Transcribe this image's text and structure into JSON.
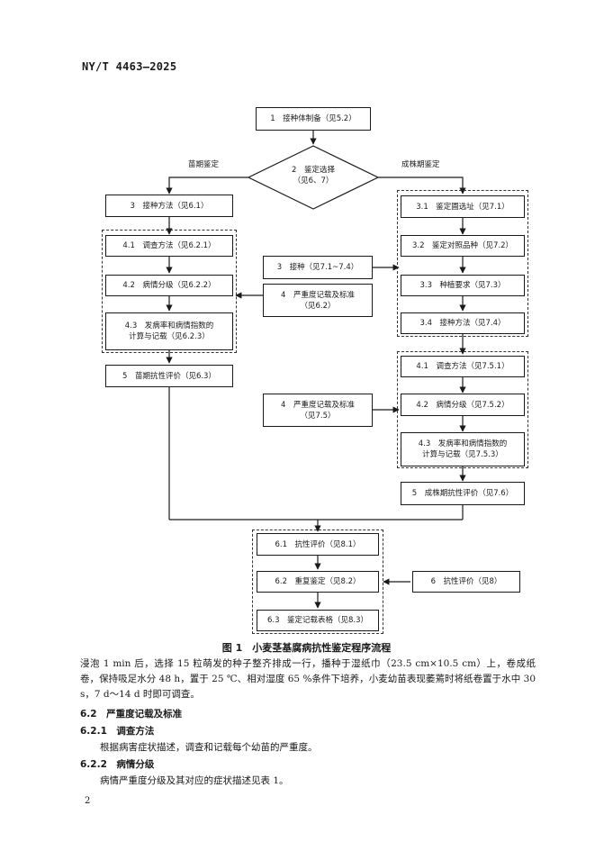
{
  "header": {
    "standard_code": "NY/T 4463—2025"
  },
  "flowchart": {
    "top_box": "1　接种体制备（见5.2）",
    "decision": "2　鉴定选择\n（见6、7）",
    "left_branch_label": "苗期鉴定",
    "right_branch_label": "成株期鉴定",
    "seedling": {
      "inoculation": "3　接种方法（见6.1）",
      "survey": "4.1　调查方法（见6.2.1）",
      "grading": "4.2　病情分级（见6.2.2）",
      "calc": "4.3　发病率和病情指数的\n计算与记载（见6.2.3）",
      "evaluation": "5　苗期抗性评价（见6.3）"
    },
    "middle": {
      "inoculation": "3　接种（见7.1~7.4）",
      "severity_seedling": "4　严重度记载及标准\n（见6.2）",
      "severity_adult": "4　严重度记载及标准\n（见7.5）"
    },
    "adult": {
      "site": "3.1　鉴定圃选址（见7.1）",
      "control": "3.2　鉴定对照品种（见7.2）",
      "planting": "3.3　种植要求（见7.3）",
      "method": "3.4　接种方法（见7.4）",
      "survey": "4.1　调查方法（见7.5.1）",
      "grading": "4.2　病情分级（见7.5.2）",
      "calc": "4.3　发病率和病情指数的\n计算与记载（见7.5.3）",
      "evaluation": "5　成株期抗性评价（见7.6）"
    },
    "final": {
      "resistance": "6.1　抗性评价（见8.1）",
      "repeat": "6.2　重复鉴定（见8.2）",
      "record": "6.3　鉴定记载表格（见8.3）",
      "side": "6　抗性评价（见8）"
    }
  },
  "figure_caption": "图 1　小麦茎基腐病抗性鉴定程序流程",
  "body": {
    "para1": "浸泡 1 min 后，选择 15 粒萌发的种子整齐排成一行，播种于湿纸巾（23.5 cm×10.5 cm）上，卷成纸卷，保持吸足水分 48 h，置于 25 ℃、相对湿度 65 %条件下培养，小麦幼苗表现萎蔫时将纸卷置于水中 30 s，7 d～14 d 时即可调查。",
    "sec_6_2": "6.2　严重度记载及标准",
    "sec_6_2_1": "6.2.1　调查方法",
    "para_6_2_1": "根据病害症状描述，调查和记载每个幼苗的严重度。",
    "sec_6_2_2": "6.2.2　病情分级",
    "para_6_2_2": "病情严重度分级及其对应的症状描述见表 1。"
  },
  "page_number": "2"
}
